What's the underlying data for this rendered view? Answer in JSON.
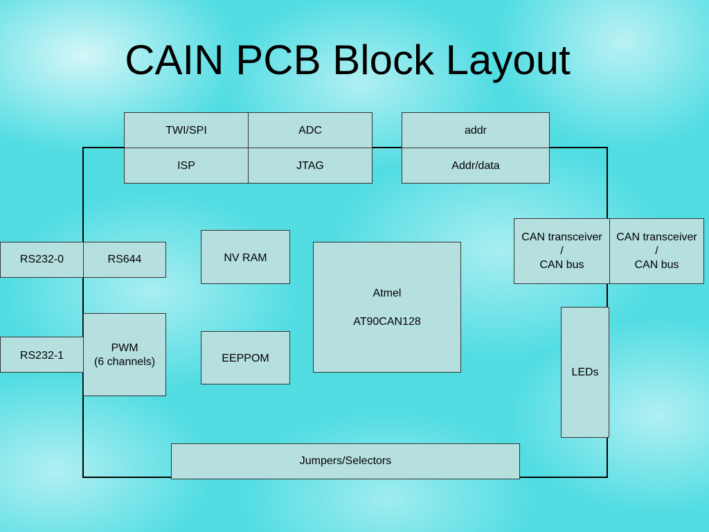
{
  "title": "CAIN PCB Block Layout",
  "blocks": {
    "twi_spi": "TWI/SPI",
    "adc": "ADC",
    "addr": "addr",
    "isp": "ISP",
    "jtag": "JTAG",
    "addr_data": "Addr/data",
    "rs232_0": "RS232-0",
    "rs644": "RS644",
    "rs232_1": "RS232-1",
    "pwm_line1": "PWM",
    "pwm_line2": "(6 channels)",
    "nv_ram": "NV RAM",
    "eeppom": "EEPPOM",
    "atmel_line1": "Atmel",
    "atmel_line2": "AT90CAN128",
    "can1_line1": "CAN transceiver",
    "can1_line2": "/",
    "can1_line3": "CAN bus",
    "can2_line1": "CAN transceiver",
    "can2_line2": "/",
    "can2_line3": "CAN bus",
    "leds": "LEDs",
    "jumpers": "Jumpers/Selectors"
  }
}
